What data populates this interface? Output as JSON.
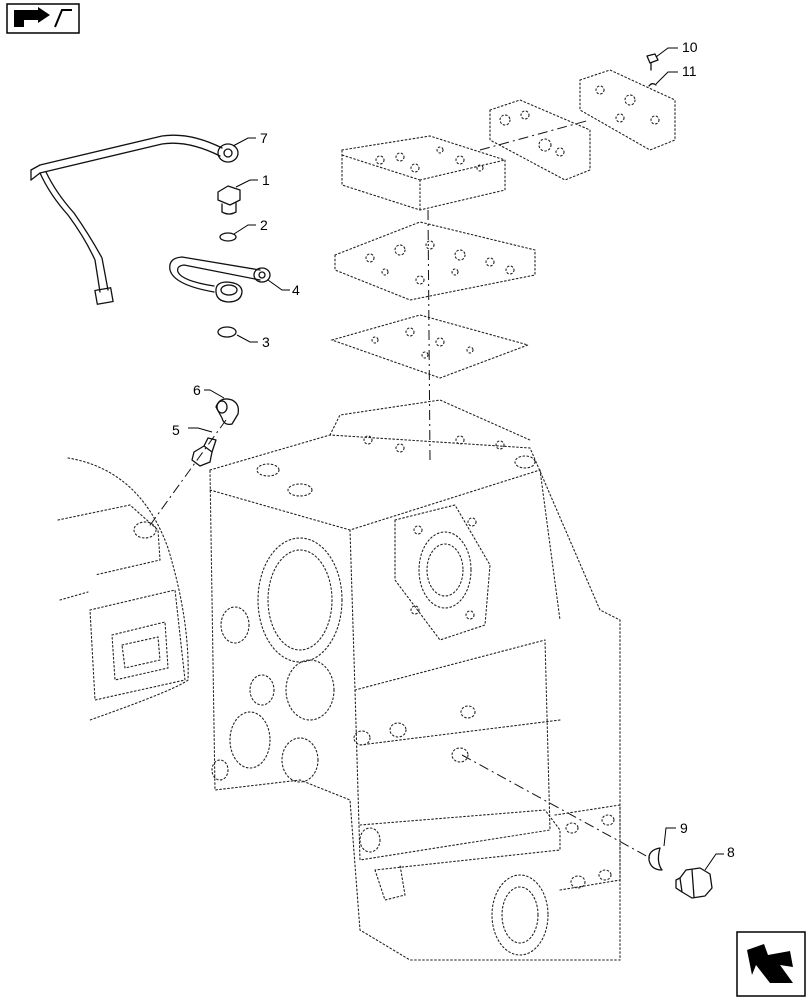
{
  "callouts": {
    "c1": "1",
    "c2": "2",
    "c3": "3",
    "c4": "4",
    "c5": "5",
    "c6": "6",
    "c7": "7",
    "c8": "8",
    "c9": "9",
    "c10": "10",
    "c11": "11"
  },
  "icons": {
    "top_left": "back-navigation-icon",
    "bottom_right": "forward-navigation-icon"
  }
}
